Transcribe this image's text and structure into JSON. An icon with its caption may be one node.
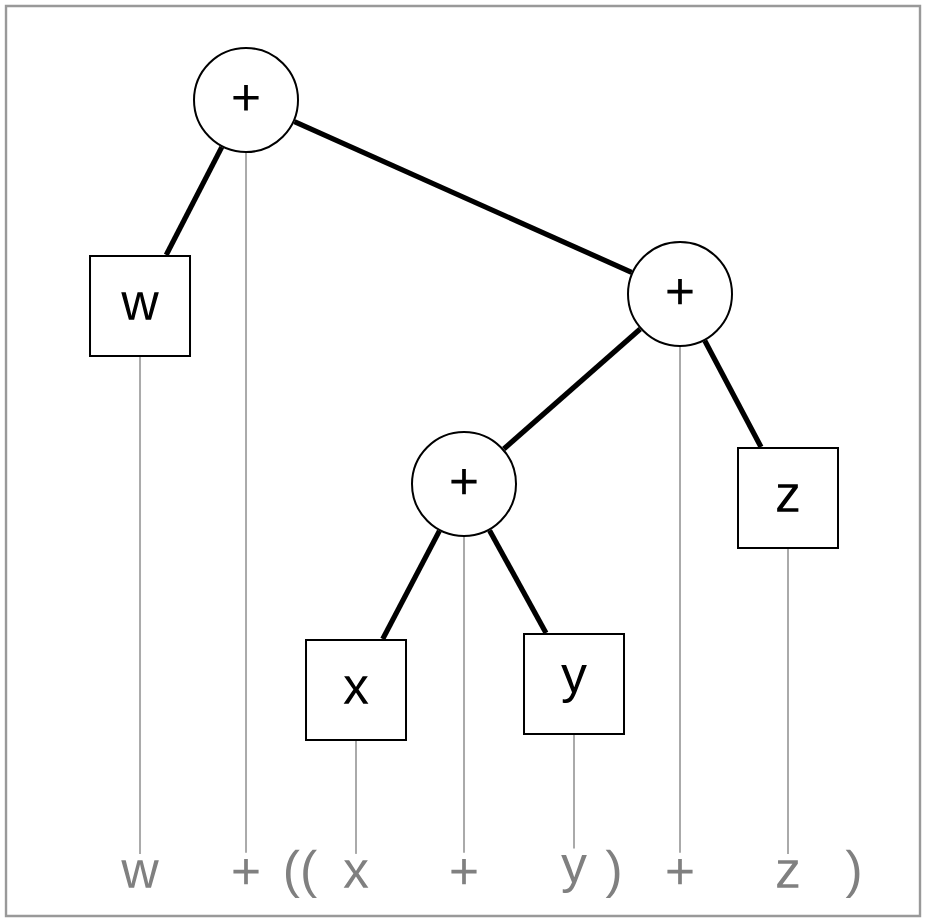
{
  "diagram": {
    "nodes": [
      {
        "text": [
          "+"
        ]
      },
      {
        "text": [
          "w"
        ]
      },
      {
        "text": [
          "+"
        ]
      },
      {
        "text": [
          "+"
        ]
      },
      {
        "text": [
          "z"
        ]
      },
      {
        "text": [
          "x"
        ]
      },
      {
        "text": [
          "y"
        ]
      },
      {
        "text": [
          "w"
        ]
      },
      {
        "text": [
          "+"
        ]
      },
      {
        "text": [
          "x"
        ]
      },
      {
        "text": [
          "+"
        ]
      },
      {
        "text": [
          "y"
        ]
      },
      {
        "text": [
          "+"
        ]
      },
      {
        "text": [
          "z"
        ]
      }
    ],
    "edges": [
      {
        "from": 0,
        "to": 1,
        "arrow": "none",
        "style": "thick",
        "color": "#000000"
      },
      {
        "from": 0,
        "to": 2,
        "arrow": "none",
        "style": "thick",
        "color": "#000000"
      },
      {
        "from": 2,
        "to": 3,
        "arrow": "none",
        "style": "thick",
        "color": "#000000"
      },
      {
        "from": 2,
        "to": 4,
        "arrow": "none",
        "style": "thick",
        "color": "#000000"
      },
      {
        "from": 3,
        "to": 5,
        "arrow": "none",
        "style": "thick",
        "color": "#000000"
      },
      {
        "from": 3,
        "to": 6,
        "arrow": "none",
        "style": "thick",
        "color": "#000000"
      },
      {
        "from": 1,
        "to": 7,
        "arrow": "none"
      },
      {
        "from": 0,
        "to": 8,
        "arrow": "none"
      },
      {
        "from": 5,
        "to": 9,
        "arrow": "none"
      },
      {
        "from": 3,
        "to": 10,
        "arrow": "none"
      },
      {
        "from": 6,
        "to": 11,
        "arrow": "none"
      },
      {
        "from": 2,
        "to": 12,
        "arrow": "none"
      },
      {
        "from": 4,
        "to": 13,
        "arrow": "none"
      }
    ],
    "labels": [
      "((",
      ")",
      ")"
    ]
  }
}
